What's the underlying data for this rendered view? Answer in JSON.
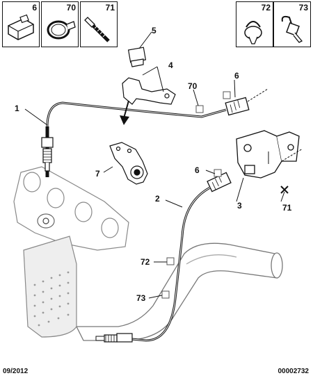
{
  "thumbnails": [
    {
      "number": "6",
      "icon": "connector-clip-icon"
    },
    {
      "number": "70",
      "icon": "cable-clamp-icon"
    },
    {
      "number": "71",
      "icon": "bolt-icon"
    },
    {
      "number": "72",
      "icon": "cable-clip-icon"
    },
    {
      "number": "73",
      "icon": "hose-clip-icon"
    }
  ],
  "callouts": {
    "c1": "1",
    "c2": "2",
    "c3": "3",
    "c4": "4",
    "c5": "5",
    "c6a": "6",
    "c6b": "6",
    "c7": "7",
    "c70": "70",
    "c71": "71",
    "c72": "72",
    "c73": "73"
  },
  "footer": {
    "date": "09/2012",
    "ref": "00002732"
  }
}
